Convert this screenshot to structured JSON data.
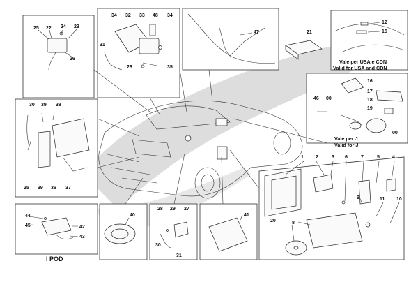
{
  "panels": {
    "top_left": {
      "callouts": [
        "25",
        "22",
        "24",
        "23",
        "26"
      ]
    },
    "top_mid": {
      "callouts": [
        "34",
        "32",
        "33",
        "48",
        "34",
        "31",
        "26",
        "35"
      ]
    },
    "top_center": {
      "callouts": [
        "47"
      ]
    },
    "top_right_part": {
      "callouts": [
        "21"
      ]
    },
    "usa_cdn": {
      "callouts": [
        "12",
        "15"
      ],
      "caption_1": "Vale per USA e CDN",
      "caption_2": "Valid for USA and CDN"
    },
    "japan": {
      "callouts": [
        "16",
        "46",
        "00",
        "17",
        "18",
        "19",
        "00"
      ],
      "caption_1": "Vale per J",
      "caption_2": "Valid for J"
    },
    "left_mid": {
      "callouts": [
        "30",
        "39",
        "38",
        "25",
        "39",
        "36",
        "37"
      ]
    },
    "ipod": {
      "callouts": [
        "44",
        "45",
        "42",
        "43"
      ],
      "caption": "I POD"
    },
    "speaker": {
      "callouts": [
        "40"
      ]
    },
    "bottom_mid": {
      "callouts": [
        "28",
        "29",
        "27",
        "30",
        "31"
      ]
    },
    "amp": {
      "callouts": [
        "41"
      ]
    },
    "radio": {
      "callouts": [
        "1",
        "2",
        "3",
        "6",
        "7",
        "5",
        "4",
        "9",
        "11",
        "10",
        "8",
        "20"
      ]
    }
  },
  "colors": {
    "background": "#ffffff",
    "line": "#333333",
    "swoosh": "#dddddd"
  }
}
